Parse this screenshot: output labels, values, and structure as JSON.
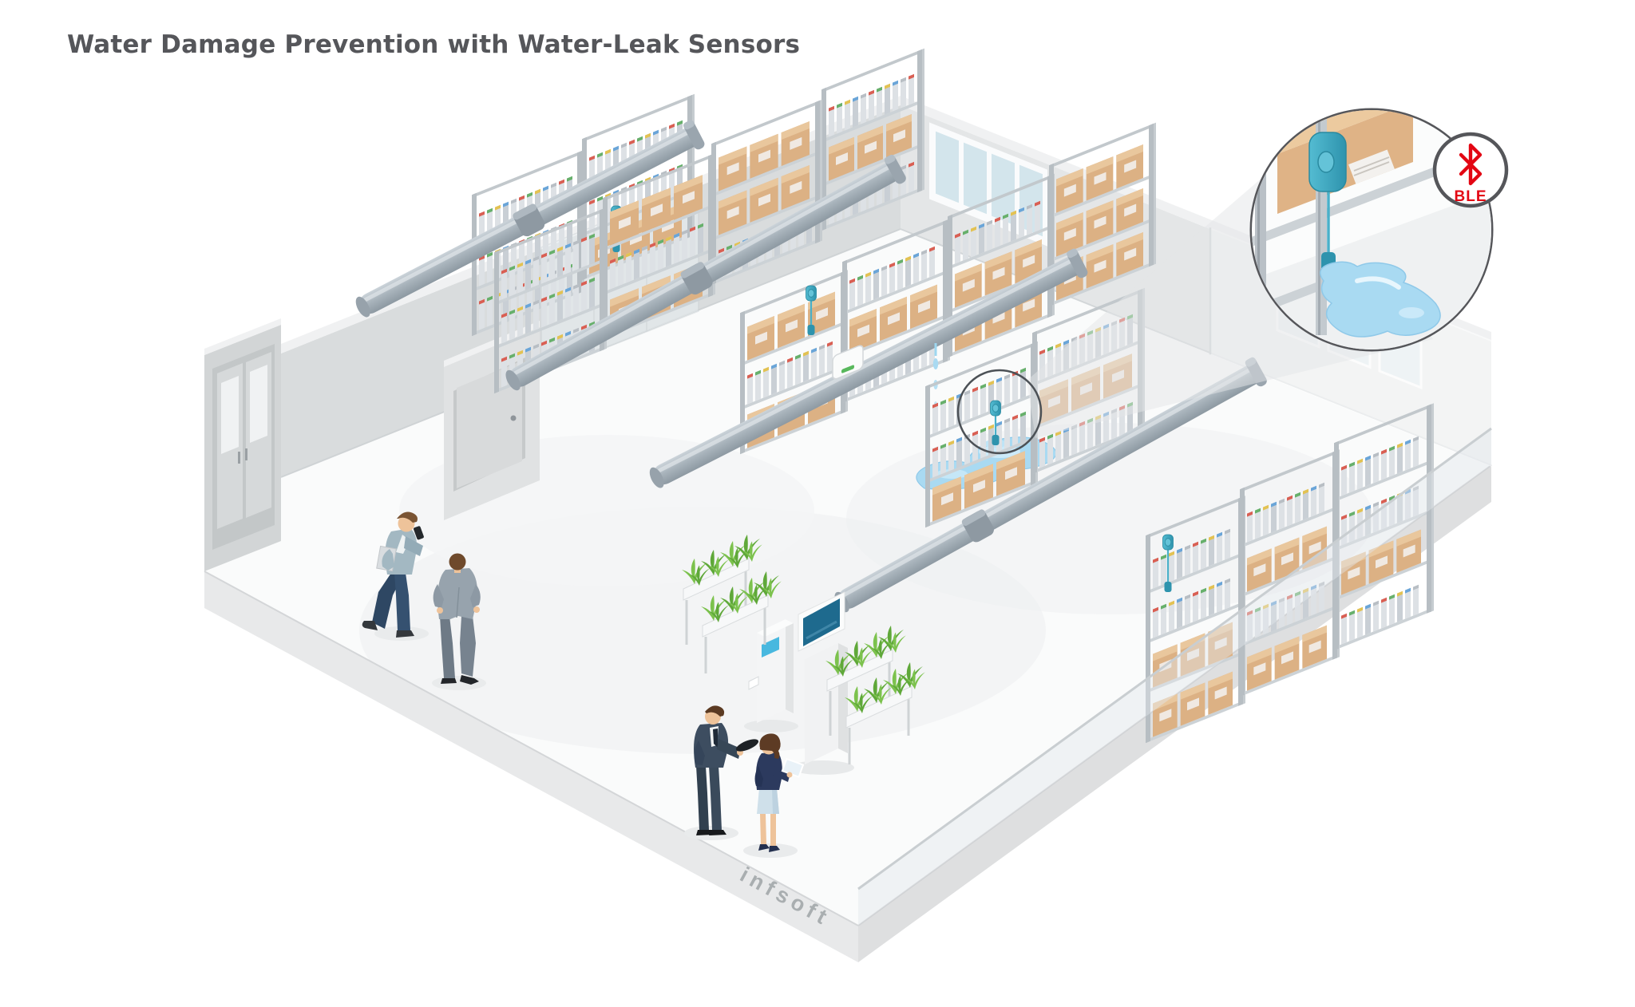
{
  "title": "Water Damage Prevention with Water-Leak Sensors",
  "watermark": "infsoft",
  "callout": {
    "ble_label": "BLE"
  },
  "icons": {
    "bluetooth-icon": "bluetooth rune glyph",
    "water-leak-sensor-icon": "teal sensor with probe cable",
    "water-drop-icon": "falling drip from pipe",
    "magnifier-circle": "zoom detail circle",
    "highlight-ring": "thin circle around leak"
  },
  "palette": {
    "title_text": "#55565a",
    "background": "#ffffff",
    "wall": "#d9dcdd",
    "wall_dark": "#d2d5d6",
    "wall_light": "#e4e6e7",
    "wall_top": "#f0f1f2",
    "floor": "#fafbfb",
    "floor_shade": "#eef0f1",
    "slab": "#e8e9ea",
    "slab_side": "#dedfe0",
    "pipe_light": "#ccd4da",
    "pipe": "#a9b4bc",
    "pipe_dark": "#8d99a2",
    "shelf_frame": "#b7bec3",
    "shelf": "#ccd2d6",
    "binder": "#dde1e5",
    "box": "#dcb184",
    "box_top": "#e9c79d",
    "sensor_teal": "#3fa9c4",
    "sensor_dark": "#2e93ad",
    "water": "#a9daf2",
    "water_deep": "#8fc9e9",
    "water_light": "#d2ecfa",
    "accent_red": "#e30613",
    "outline": "#55565a",
    "glass": "#d3e5ec",
    "grass": "#5fa839",
    "grass_light": "#7cc24d",
    "suit_navy": "#3d4d60",
    "suit_gray": "#97a3ad",
    "cardigan_blue": "#a3b8c2",
    "blazer_navy": "#2c3a5e",
    "skirt_blue": "#cfe0ea",
    "skin": "#eec39a",
    "hair_brown": "#6f4a2c",
    "screen_blue": "#1e6a8e",
    "gateway_green": "#58b85c"
  }
}
